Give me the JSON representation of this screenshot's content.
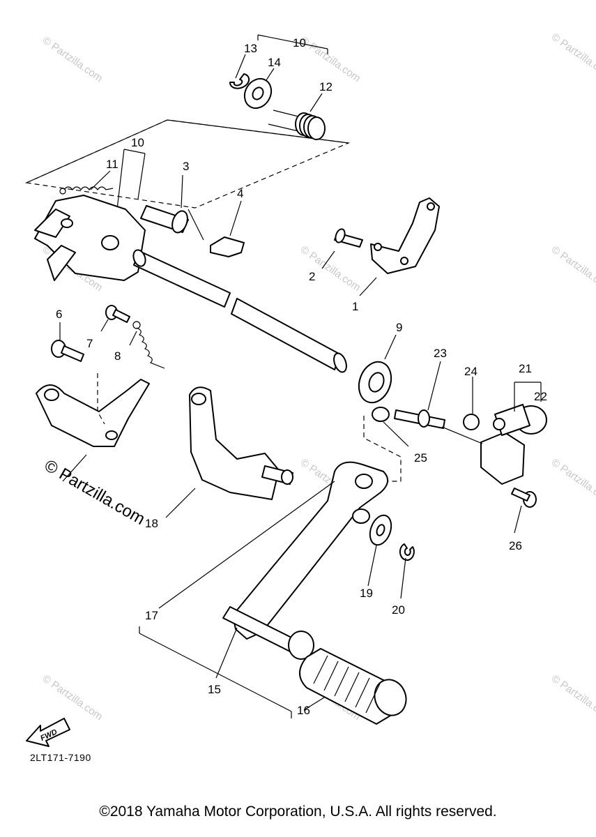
{
  "callouts": [
    "1",
    "2",
    "3",
    "4",
    "6",
    "7",
    "8",
    "9",
    "10",
    "10",
    "11",
    "12",
    "13",
    "14",
    "15",
    "16",
    "17",
    "18",
    "19",
    "20",
    "21",
    "22",
    "23",
    "24",
    "25",
    "26"
  ],
  "watermark": {
    "short": "© Partzilla.com",
    "main": "© Partzilla.com"
  },
  "fwd_label": "FWD",
  "drawing_code": "2LT171-7190",
  "copyright": "©2018 Yamaha Motor Corporation, U.S.A. All rights reserved."
}
